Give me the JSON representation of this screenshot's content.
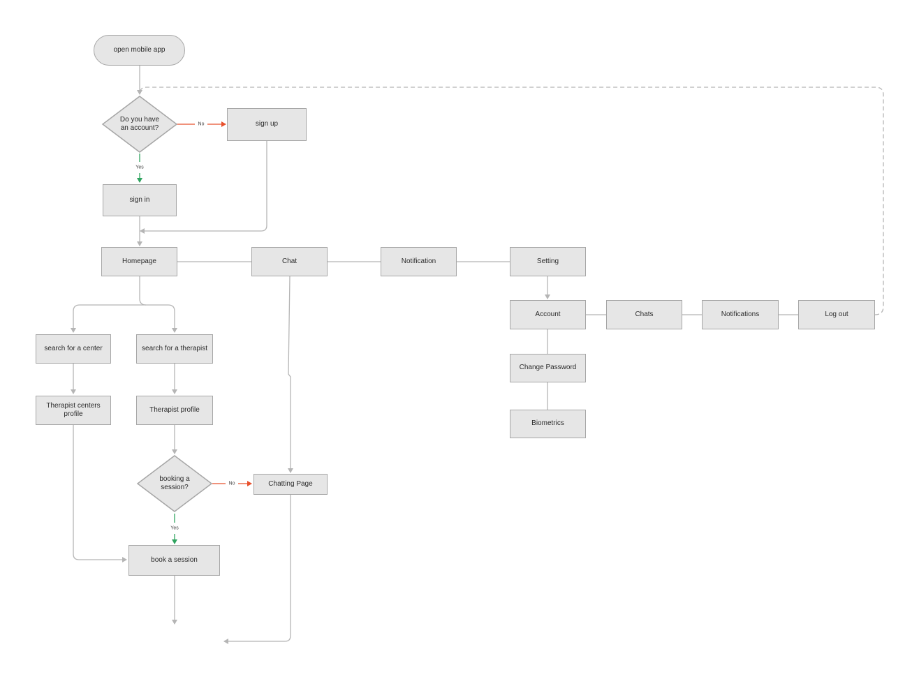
{
  "nodes": {
    "open_app": "open mobile app",
    "has_account": "Do you have an account?",
    "sign_up": "sign up",
    "sign_in": "sign in",
    "homepage": "Homepage",
    "chat": "Chat",
    "notification": "Notification",
    "setting": "Setting",
    "account": "Account",
    "chats": "Chats",
    "notifications": "Notifications",
    "log_out": "Log out",
    "change_password": "Change Password",
    "biometrics": "Biometrics",
    "search_center": "search for a center",
    "search_therapist": "search for a therapist",
    "centers_profile": "Therapist centers profile",
    "therapist_profile": "Therapist profile",
    "booking_session": "booking a session?",
    "chatting_page": "Chatting Page",
    "book_session": "book a session"
  },
  "edge_labels": {
    "account_no": "No",
    "account_yes": "Yes",
    "booking_no": "No",
    "booking_yes": "Yes"
  },
  "colors": {
    "node_fill": "#e6e6e6",
    "node_border": "#a6a6a6",
    "connector": "#b5b5b5",
    "no_arrow": "#e8502c",
    "yes_arrow": "#2fa35f"
  }
}
